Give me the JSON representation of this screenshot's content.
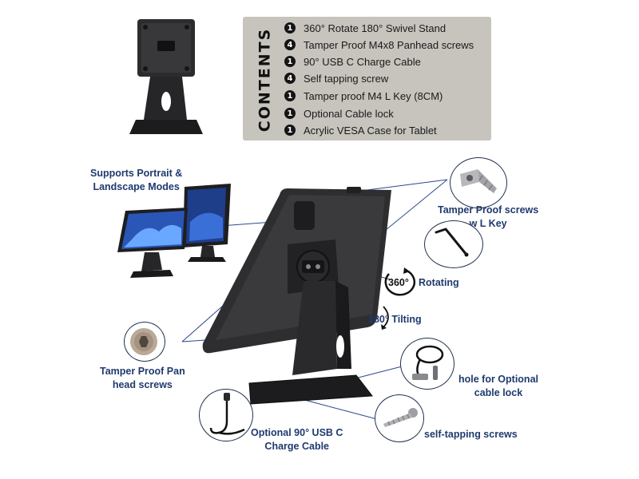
{
  "contents": {
    "heading": "CONTENTS",
    "items": [
      {
        "qty": "1",
        "text": "360° Rotate 180° Swivel Stand"
      },
      {
        "qty": "4",
        "text": "Tamper Proof M4x8 Panhead screws"
      },
      {
        "qty": "1",
        "text": "90° USB C Charge Cable"
      },
      {
        "qty": "4",
        "text": "Self tapping screw"
      },
      {
        "qty": "1",
        "text": "Tamper proof M4 L Key (8CM)"
      },
      {
        "qty": "1",
        "text": "Optional Cable lock"
      },
      {
        "qty": "1",
        "text": "Acrylic VESA Case for Tablet"
      }
    ]
  },
  "callouts": {
    "portrait_landscape": {
      "line1": "Supports Portrait &",
      "line2": "Landscape Modes"
    },
    "tamper_screws": {
      "line1": "Tamper Proof screws",
      "line2": "w L Key"
    },
    "rotating": {
      "badge": "360°",
      "label": "Rotating"
    },
    "tilting": {
      "label": "180° Tilting"
    },
    "pan_head": {
      "line1": "Tamper Proof Pan",
      "line2": "head screws"
    },
    "cable_lock": {
      "line1": "hole for Optional",
      "line2": "cable lock"
    },
    "usb": {
      "line1": "Optional 90° USB C",
      "line2": "Charge Cable"
    },
    "self_tapping": {
      "label": "self-tapping screws"
    }
  },
  "colors": {
    "callout_text": "#1f3a6e",
    "box_bg": "#c7c3bd",
    "stand": "#2b2b2d"
  }
}
